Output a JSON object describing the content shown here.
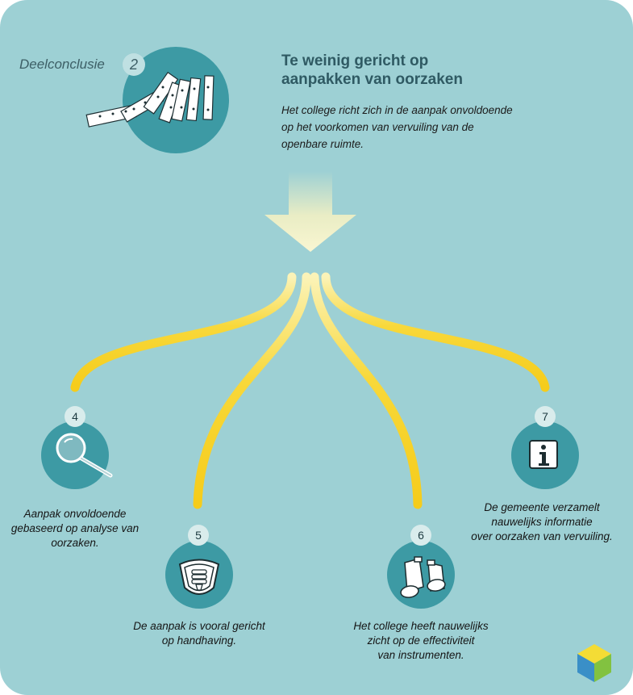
{
  "header": {
    "label": "Deelconclusie",
    "number": "2",
    "title_line1": "Te weinig gericht op",
    "title_line2": "aanpakken van oorzaken",
    "subtitle_line1": "Het college richt zich in de aanpak onvoldoende",
    "subtitle_line2": "op het voorkomen van vervuiling van de",
    "subtitle_line3": "openbare ruimte."
  },
  "findings": [
    {
      "number": "4",
      "icon": "magnifier-icon",
      "lines": [
        "Aanpak onvoldoende",
        "gebaseerd op analyse van",
        "oorzaken."
      ]
    },
    {
      "number": "5",
      "icon": "police-badge-icon",
      "lines": [
        "De aanpak is vooral gericht",
        "op handhaving."
      ]
    },
    {
      "number": "6",
      "icon": "binoculars-icon",
      "lines": [
        "Het college heeft nauwelijks",
        "zicht op de effectiviteit",
        "van instrumenten."
      ]
    },
    {
      "number": "7",
      "icon": "info-icon",
      "lines": [
        "De gemeente verzamelt",
        "nauwelijks informatie",
        "over oorzaken van vervuiling."
      ]
    }
  ],
  "colors": {
    "background": "#9dd0d4",
    "circle": "#3d9aa4",
    "branch": "#f7d21e",
    "arrow": "#f7f2c2"
  }
}
